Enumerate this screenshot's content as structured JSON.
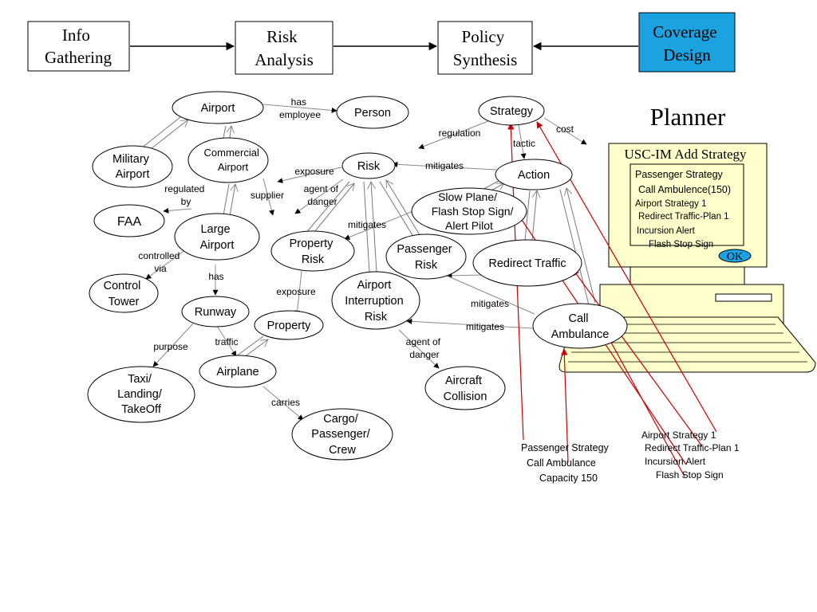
{
  "pipeline": {
    "info_gathering": [
      "Info",
      "Gathering"
    ],
    "risk_analysis": [
      "Risk",
      "Analysis"
    ],
    "policy_synthesis": [
      "Policy",
      "Synthesis"
    ],
    "coverage_design": [
      "Coverage",
      "Design"
    ]
  },
  "colors": {
    "coverage_fill": "#1aa3e0",
    "screen_fill": "#ffffcc",
    "red_line": "#cc0000",
    "ok_fill": "#1aa3e0"
  },
  "nodes": {
    "airport": [
      "Airport"
    ],
    "person": [
      "Person"
    ],
    "military_airport": [
      "Military",
      "Airport"
    ],
    "commercial_airport": [
      "Commercial",
      "Airport"
    ],
    "faa": [
      "FAA"
    ],
    "large_airport": [
      "Large",
      "Airport"
    ],
    "control_tower": [
      "Control",
      "Tower"
    ],
    "runway": [
      "Runway"
    ],
    "taxi": [
      "Taxi/",
      "Landing/",
      "TakeOff"
    ],
    "airplane": [
      "Airplane"
    ],
    "property": [
      "Property"
    ],
    "property_risk": [
      "Property",
      "Risk"
    ],
    "cargo": [
      "Cargo/",
      "Passenger/",
      "Crew"
    ],
    "risk": [
      "Risk"
    ],
    "airport_interruption_risk": [
      "Airport",
      "Interruption",
      "Risk"
    ],
    "passenger_risk": [
      "Passenger",
      "Risk"
    ],
    "aircraft_collision": [
      "Aircraft",
      "Collision"
    ],
    "strategy": [
      "Strategy"
    ],
    "action": [
      "Action"
    ],
    "slow_plane": [
      "Slow Plane/",
      "Flash Stop Sign/",
      "Alert Pilot"
    ],
    "redirect_traffic": [
      "Redirect Traffic"
    ],
    "call_ambulance": [
      "Call",
      "Ambulance"
    ]
  },
  "edge_labels": {
    "has_employee": [
      "has",
      "employee"
    ],
    "regulated_by": [
      "regulated",
      "by"
    ],
    "supplier": [
      "supplier"
    ],
    "controlled_via": [
      "controlled",
      "via"
    ],
    "has": [
      "has"
    ],
    "purpose": [
      "purpose"
    ],
    "traffic": [
      "traffic"
    ],
    "carries": [
      "carries"
    ],
    "exposure_risk": [
      "exposure"
    ],
    "agent_of_danger_left": [
      "agent of",
      "danger"
    ],
    "exposure_property": [
      "exposure"
    ],
    "mitigates_slow": [
      "mitigates"
    ],
    "mitigates_action": [
      "mitigates"
    ],
    "mitigates_redirect": [
      "mitigates"
    ],
    "mitigates_call": [
      "mitigates"
    ],
    "agent_of_danger_right": [
      "agent of",
      "danger"
    ],
    "regulation": [
      "regulation"
    ],
    "tactic": [
      "tactic"
    ],
    "cost": [
      "cost"
    ]
  },
  "planner_title": "Planner",
  "screen": {
    "title": "USC-IM Add Strategy",
    "lines": [
      "Passenger Strategy",
      "Call Ambulence(150)",
      "Airport Strategy 1",
      "Redirect Traffic-Plan 1",
      "Incursion Alert",
      "Flash Stop Sign"
    ],
    "ok_label": "OK"
  },
  "callout_left": [
    "Passenger Strategy",
    "Call Ambulance",
    "Capacity 150"
  ],
  "callout_right": [
    "Airport Strategy 1",
    "Redirect Traffic-Plan 1",
    "Incursion Alert",
    "Flash Stop Sign"
  ]
}
